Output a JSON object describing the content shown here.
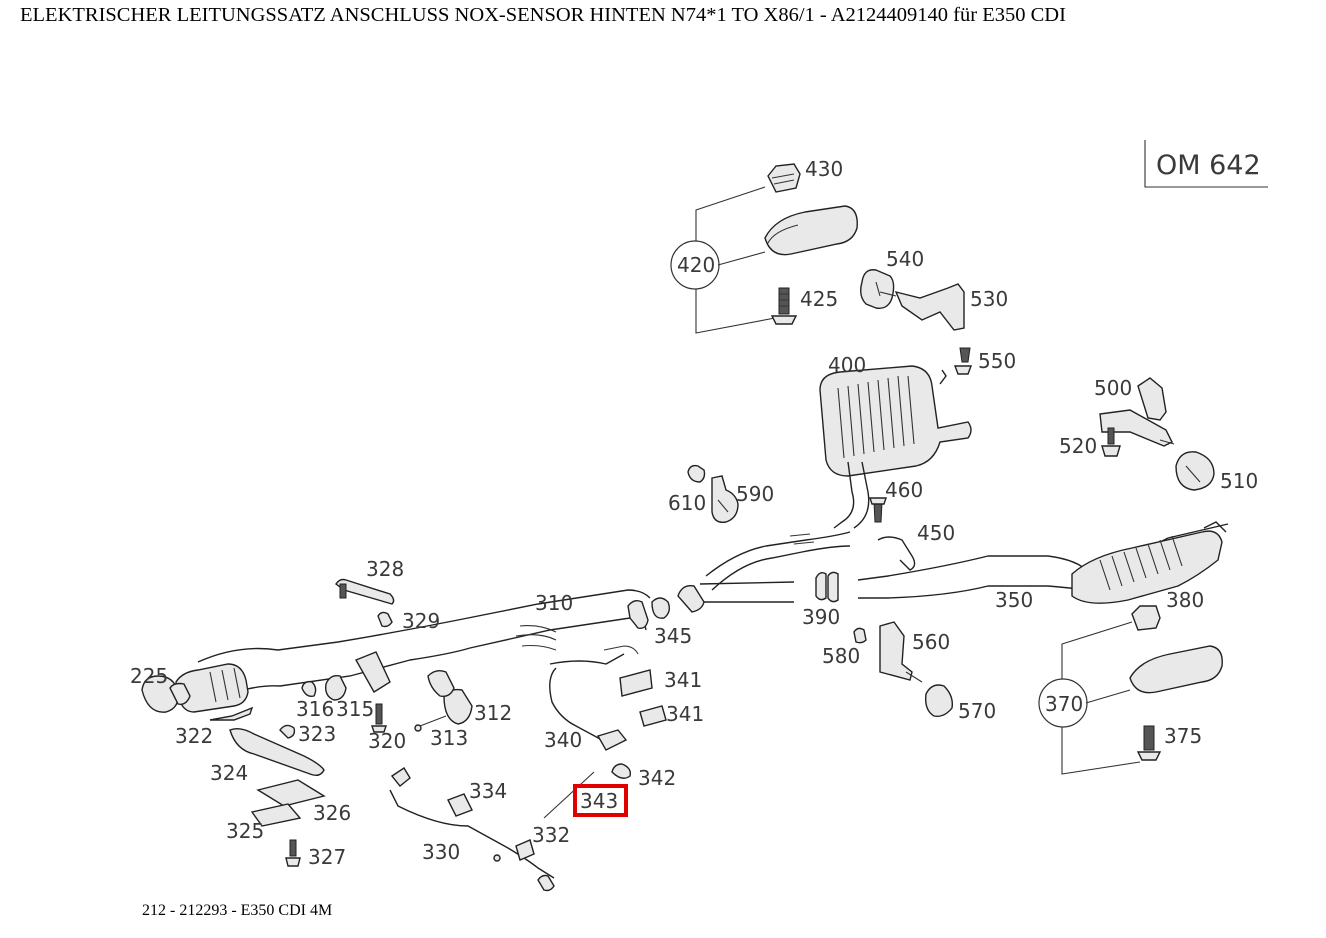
{
  "title": "ELEKTRISCHER LEITUNGSSATZ ANSCHLUSS NOX-SENSOR HINTEN N74*1 TO X86/1 - A2124409140 für E350 CDI",
  "footer": "212 - 212293 - E350 CDI 4M",
  "engine_label": "OM 642",
  "highlighted_part": "343",
  "highlight_color": "#e00000",
  "part_labels": {
    "p430": "430",
    "p420": "420",
    "p425": "425",
    "p540": "540",
    "p530": "530",
    "p550": "550",
    "p400": "400",
    "p500": "500",
    "p520": "520",
    "p510": "510",
    "p610": "610",
    "p590": "590",
    "p460": "460",
    "p450": "450",
    "p328": "328",
    "p329": "329",
    "p310": "310",
    "p345": "345",
    "p390": "390",
    "p350": "350",
    "p380": "380",
    "p560": "560",
    "p580": "580",
    "p370": "370",
    "p225": "225",
    "p316": "316",
    "p315": "315",
    "p312": "312",
    "p341a": "341",
    "p341b": "341",
    "p570": "570",
    "p322": "322",
    "p323": "323",
    "p320": "320",
    "p313": "313",
    "p340": "340",
    "p375": "375",
    "p324": "324",
    "p342": "342",
    "p334": "334",
    "p343": "343",
    "p326": "326",
    "p332": "332",
    "p325": "325",
    "p330": "330",
    "p327": "327"
  }
}
